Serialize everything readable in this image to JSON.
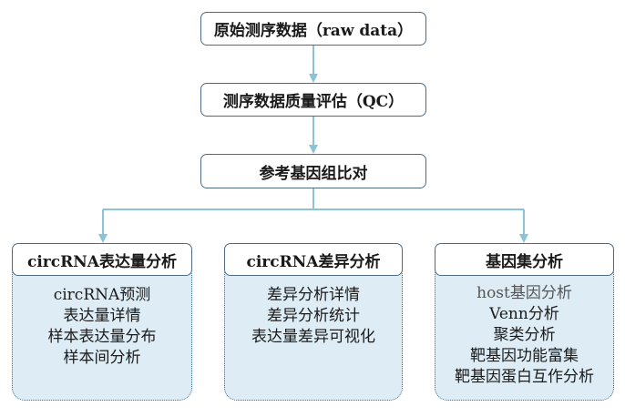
{
  "flow": {
    "step1": "原始测序数据（raw data）",
    "step2": "测序数据质量评估（QC）",
    "step3": "参考基因组比对"
  },
  "panels": [
    {
      "title": "circRNA表达量分析",
      "items": [
        "circRNA预测",
        "表达量详情",
        "样本表达量分布",
        "样本间分析"
      ]
    },
    {
      "title": "circRNA差异分析",
      "items": [
        "差异分析详情",
        "差异分析统计",
        "表达量差异可视化"
      ]
    },
    {
      "title": "基因集分析",
      "items": [
        "host基因分析",
        "Venn分析",
        "聚类分析",
        "靶基因功能富集",
        "靶基因蛋白互作分析"
      ]
    }
  ],
  "colors": {
    "connector": "#8cc4d7",
    "panel_fill": "#deedf5",
    "box_border": "#4d6b84"
  }
}
